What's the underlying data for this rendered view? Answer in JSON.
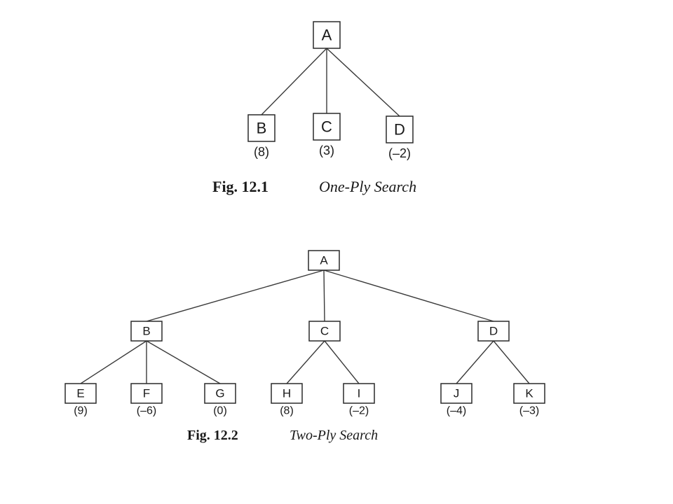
{
  "figures": [
    {
      "caption_number": "Fig. 12.1",
      "caption_title": "One-Ply Search",
      "nodes": [
        {
          "id": "A",
          "label": "A",
          "value": ""
        },
        {
          "id": "B",
          "label": "B",
          "value": "(8)"
        },
        {
          "id": "C",
          "label": "C",
          "value": "(3)"
        },
        {
          "id": "D",
          "label": "D",
          "value": "(–2)"
        }
      ],
      "edges": [
        [
          "A",
          "B"
        ],
        [
          "A",
          "C"
        ],
        [
          "A",
          "D"
        ]
      ]
    },
    {
      "caption_number": "Fig. 12.2",
      "caption_title": "Two-Ply Search",
      "nodes": [
        {
          "id": "A",
          "label": "A",
          "value": ""
        },
        {
          "id": "B",
          "label": "B",
          "value": ""
        },
        {
          "id": "C",
          "label": "C",
          "value": ""
        },
        {
          "id": "D",
          "label": "D",
          "value": ""
        },
        {
          "id": "E",
          "label": "E",
          "value": "(9)"
        },
        {
          "id": "F",
          "label": "F",
          "value": "(–6)"
        },
        {
          "id": "G",
          "label": "G",
          "value": "(0)"
        },
        {
          "id": "H",
          "label": "H",
          "value": "(8)"
        },
        {
          "id": "I",
          "label": "I",
          "value": "(–2)"
        },
        {
          "id": "J",
          "label": "J",
          "value": "(–4)"
        },
        {
          "id": "K",
          "label": "K",
          "value": "(–3)"
        }
      ],
      "edges": [
        [
          "A",
          "B"
        ],
        [
          "A",
          "C"
        ],
        [
          "A",
          "D"
        ],
        [
          "B",
          "E"
        ],
        [
          "B",
          "F"
        ],
        [
          "B",
          "G"
        ],
        [
          "C",
          "H"
        ],
        [
          "C",
          "I"
        ],
        [
          "D",
          "J"
        ],
        [
          "D",
          "K"
        ]
      ]
    }
  ]
}
